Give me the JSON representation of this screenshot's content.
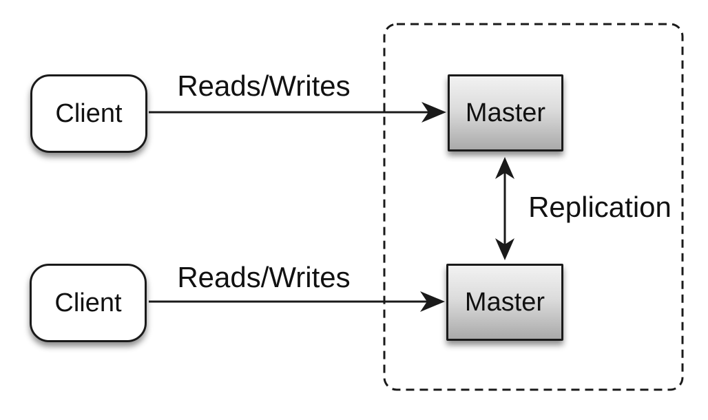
{
  "diagram": {
    "background_color": "#ffffff",
    "stroke_color": "#1a1a1a",
    "text_color": "#111111",
    "nodes": {
      "client_top": {
        "label": "Client",
        "shape": "rounded-rect",
        "fill": "#ffffff"
      },
      "client_bottom": {
        "label": "Client",
        "shape": "rounded-rect",
        "fill": "#ffffff"
      },
      "master_top": {
        "label": "Master",
        "shape": "rect",
        "fill_gradient_top": "#f2f2f2",
        "fill_gradient_bottom": "#aaaaaa"
      },
      "master_bottom": {
        "label": "Master",
        "shape": "rect",
        "fill_gradient_top": "#f2f2f2",
        "fill_gradient_bottom": "#aaaaaa"
      }
    },
    "edges": {
      "reads_writes_top": {
        "label": "Reads/Writes",
        "from": "client_top",
        "to": "master_top",
        "arrow": "single"
      },
      "reads_writes_bottom": {
        "label": "Reads/Writes",
        "from": "client_bottom",
        "to": "master_bottom",
        "arrow": "single"
      },
      "replication": {
        "label": "Replication",
        "from": "master_top",
        "to": "master_bottom",
        "arrow": "double"
      }
    },
    "cluster": {
      "border_style": "dashed",
      "contains": [
        "master_top",
        "master_bottom"
      ]
    }
  }
}
